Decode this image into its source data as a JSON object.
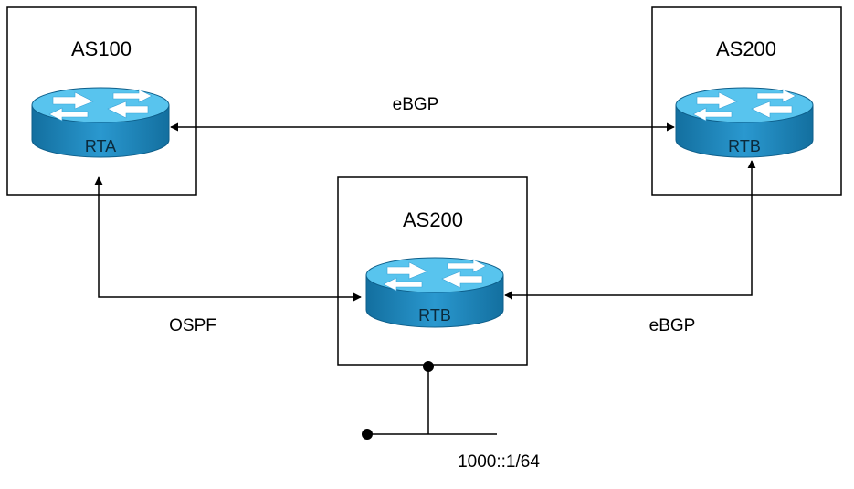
{
  "diagram": {
    "boxes": [
      {
        "id": "box-left",
        "as_label": "AS100",
        "router_label": "RTA"
      },
      {
        "id": "box-right",
        "as_label": "AS200",
        "router_label": "RTB"
      },
      {
        "id": "box-center",
        "as_label": "AS200",
        "router_label": "RTB"
      }
    ],
    "links": {
      "top": "eBGP",
      "left": "OSPF",
      "right": "eBGP"
    },
    "network": "1000::1/64",
    "colors": {
      "router_top": "#58c4ee",
      "router_side": "#1a7fb3",
      "router_edge": "#0d5e8a",
      "line": "#000000"
    }
  }
}
